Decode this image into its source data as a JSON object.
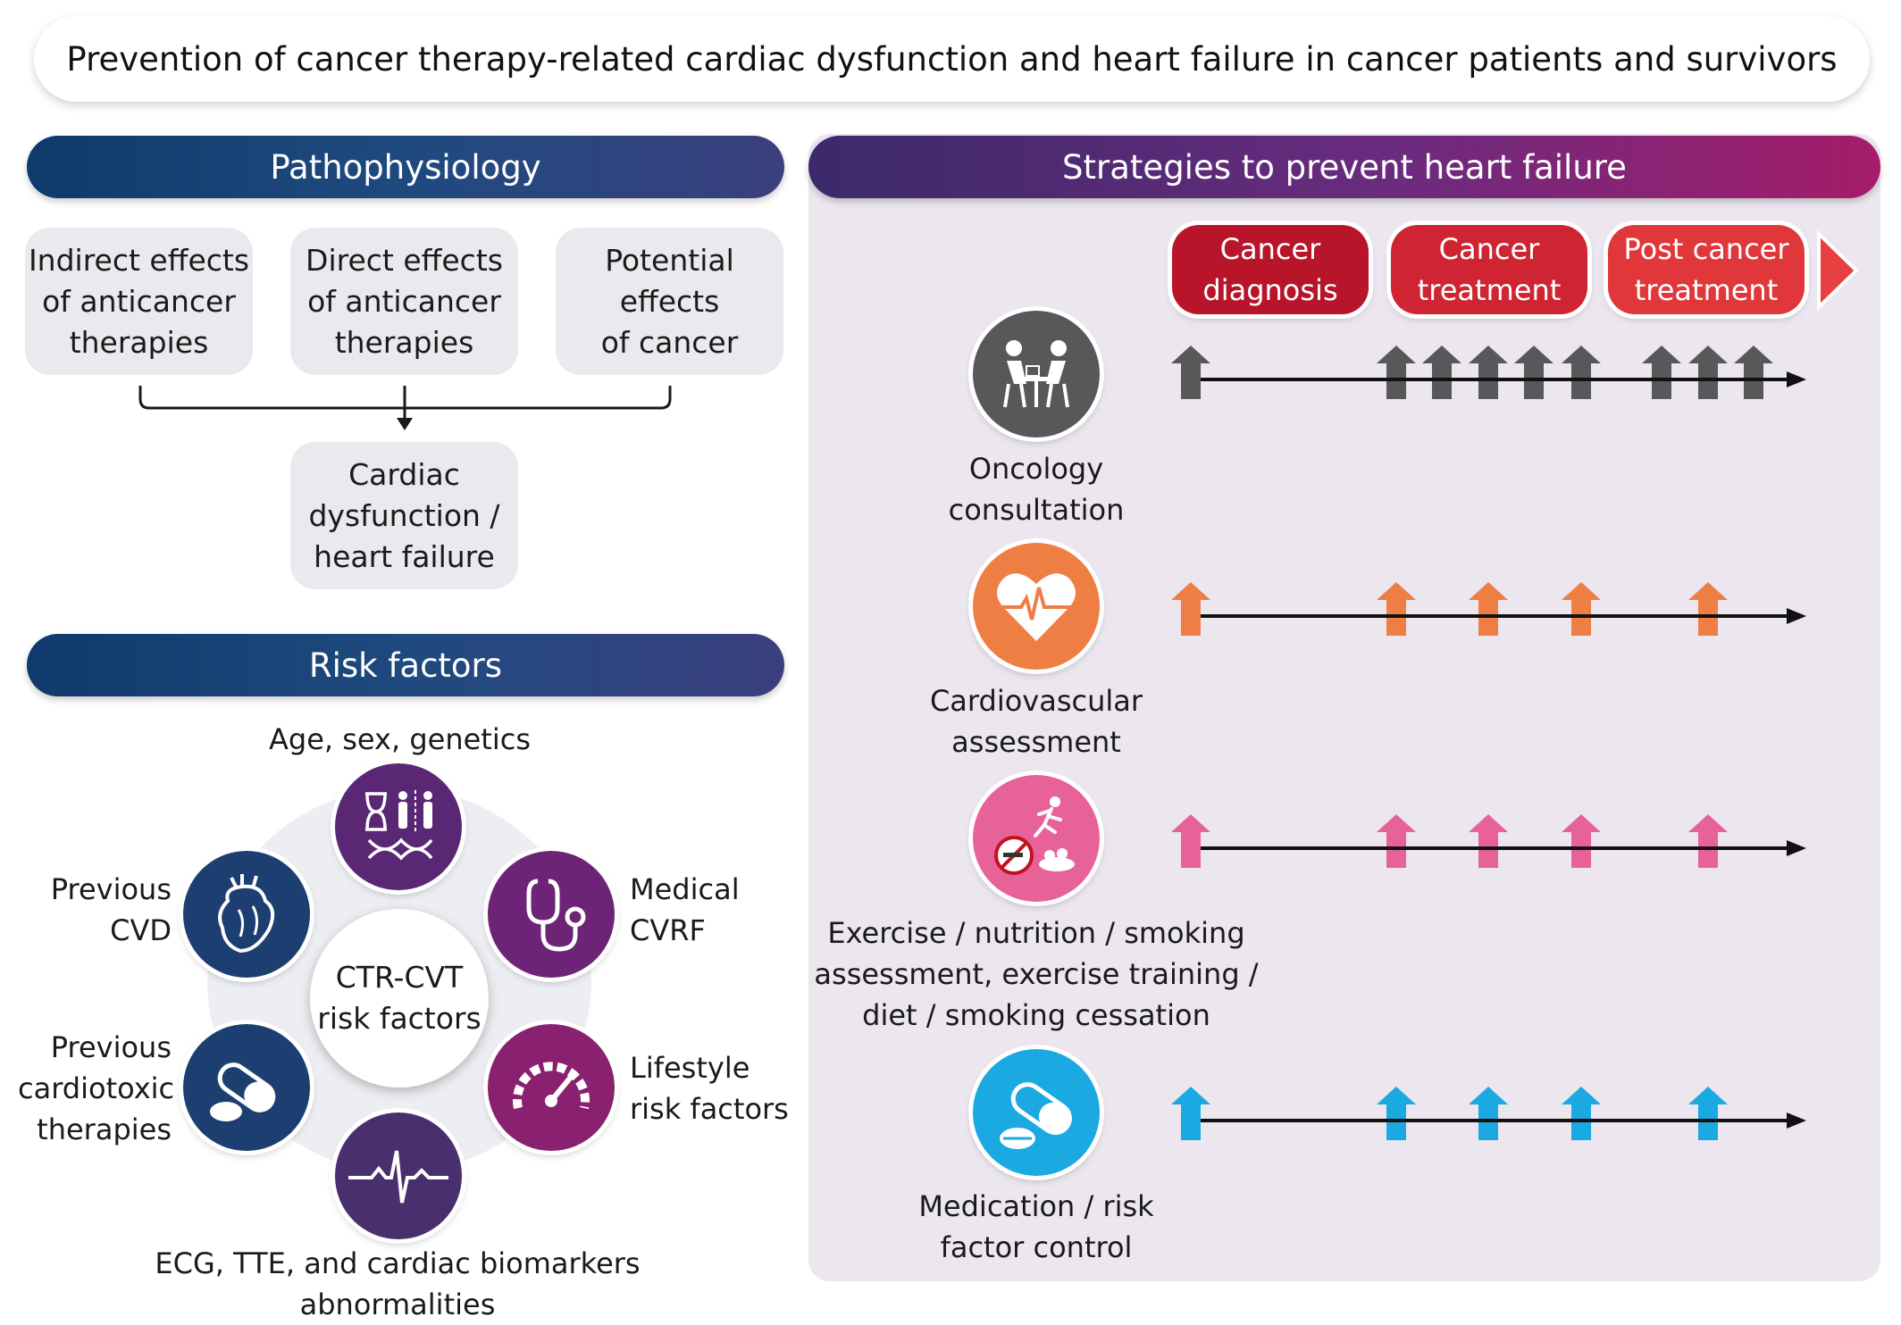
{
  "title": "Prevention of cancer therapy-related cardiac dysfunction and heart failure in cancer patients and survivors",
  "pathophysiology": {
    "header": "Pathophysiology",
    "boxes": [
      "Indirect effects\nof anticancer\ntherapies",
      "Direct effects\nof anticancer\ntherapies",
      "Potential\neffects\nof cancer"
    ],
    "result": "Cardiac\ndysfunction /\nheart failure"
  },
  "risk_factors": {
    "header": "Risk factors",
    "center": "CTR-CVT\nrisk factors",
    "age": "Age, sex, genetics",
    "medical": "Medical\nCVRF",
    "lifestyle": "Lifestyle\nrisk factors",
    "ecg": "ECG, TTE, and cardiac biomarkers abnormalities",
    "previous_cardiotoxic": "Previous\ncardiotoxic\ntherapies",
    "previous_cvd": "Previous\nCVD"
  },
  "strategies": {
    "header": "Strategies to prevent heart failure",
    "phases": [
      "Cancer\ndiagnosis",
      "Cancer\ntreatment",
      "Post cancer\ntreatment"
    ],
    "rows": [
      {
        "label": "Oncology\nconsultation",
        "color": "#58585a"
      },
      {
        "label": "Cardiovascular\nassessment",
        "color": "#ef7e45"
      },
      {
        "label": "Exercise / nutrition / smoking\nassessment, exercise training /\ndiet / smoking cessation",
        "color": "#e8629a"
      },
      {
        "label": "Medication / risk\nfactor control",
        "color": "#1ba9e1"
      }
    ]
  },
  "colors": {
    "navy": "#1a3f73",
    "purple": "#6b2a7d",
    "phase_red": "#c8202f",
    "gray": "#58585a",
    "orange": "#ef7e45",
    "pink": "#e8629a",
    "blue": "#1ba9e1"
  }
}
